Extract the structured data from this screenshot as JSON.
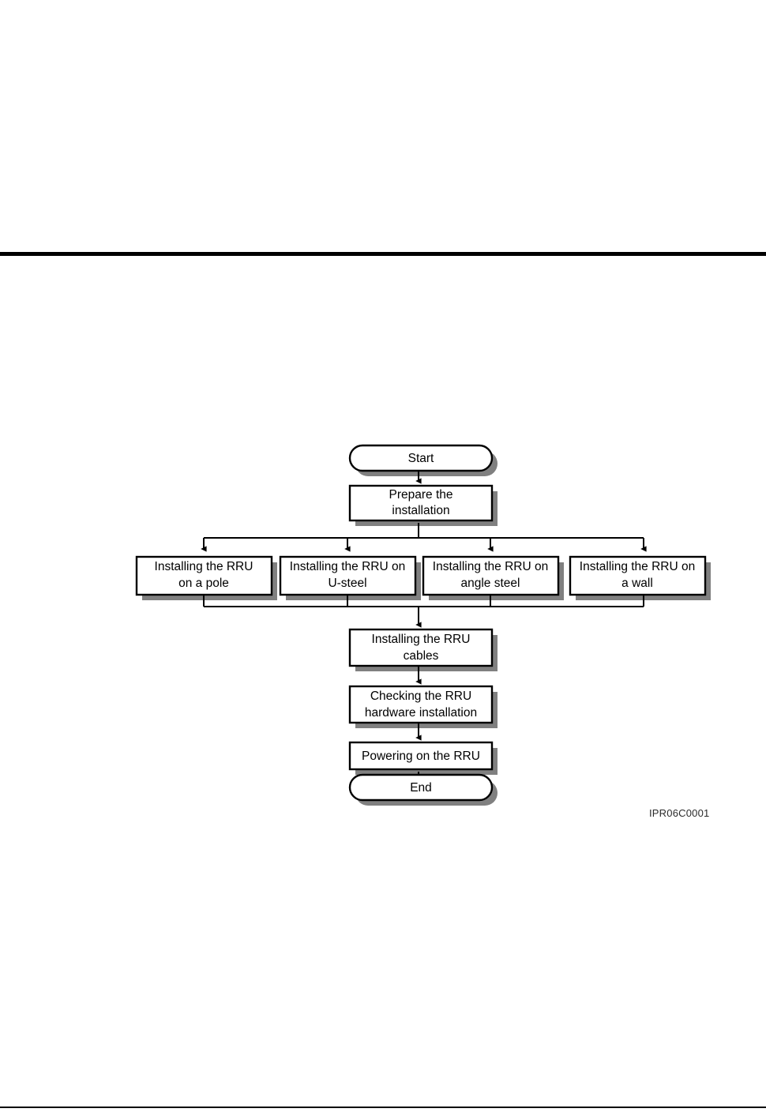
{
  "page": {
    "background_color": "#ffffff",
    "rule_color": "#000000"
  },
  "figure": {
    "id_label": "IPR06C0001",
    "style": {
      "node_fill": "#ffffff",
      "node_stroke": "#000000",
      "shadow_color": "#808080",
      "connector_color": "#000000",
      "text_color": "#000000"
    },
    "nodes": [
      {
        "key": "start",
        "shape": "terminator",
        "label": "Start"
      },
      {
        "key": "prepare",
        "shape": "process",
        "label": "Prepare the installation",
        "line1": "Prepare the",
        "line2": "installation"
      },
      {
        "key": "pole",
        "shape": "process",
        "label": "Installing the RRU on a pole",
        "line1": "Installing the RRU",
        "line2": "on a pole"
      },
      {
        "key": "usteel",
        "shape": "process",
        "label": "Installing the RRU on U-steel",
        "line1": "Installing the RRU on",
        "line2": "U-steel"
      },
      {
        "key": "anglesteel",
        "shape": "process",
        "label": "Installing the RRU on angle steel",
        "line1": "Installing the RRU on",
        "line2": "angle steel"
      },
      {
        "key": "wall",
        "shape": "process",
        "label": "Installing the RRU on a wall",
        "line1": "Installing the RRU on",
        "line2": "a wall"
      },
      {
        "key": "cables",
        "shape": "process",
        "label": "Installing the RRU cables",
        "line1": "Installing the RRU",
        "line2": "cables"
      },
      {
        "key": "checking",
        "shape": "process",
        "label": "Checking the RRU hardware installation",
        "line1": "Checking the RRU",
        "line2": "hardware installation"
      },
      {
        "key": "powering",
        "shape": "process",
        "label": "Powering on the RRU",
        "line1": "Powering on the RRU",
        "line2": ""
      },
      {
        "key": "end",
        "shape": "terminator",
        "label": "End"
      }
    ],
    "edges": [
      {
        "from": "start",
        "to": "prepare"
      },
      {
        "from": "prepare",
        "to": "pole"
      },
      {
        "from": "prepare",
        "to": "usteel"
      },
      {
        "from": "prepare",
        "to": "anglesteel"
      },
      {
        "from": "prepare",
        "to": "wall"
      },
      {
        "from": "pole",
        "to": "cables"
      },
      {
        "from": "usteel",
        "to": "cables"
      },
      {
        "from": "anglesteel",
        "to": "cables"
      },
      {
        "from": "wall",
        "to": "cables"
      },
      {
        "from": "cables",
        "to": "checking"
      },
      {
        "from": "checking",
        "to": "powering"
      },
      {
        "from": "powering",
        "to": "end"
      }
    ]
  }
}
